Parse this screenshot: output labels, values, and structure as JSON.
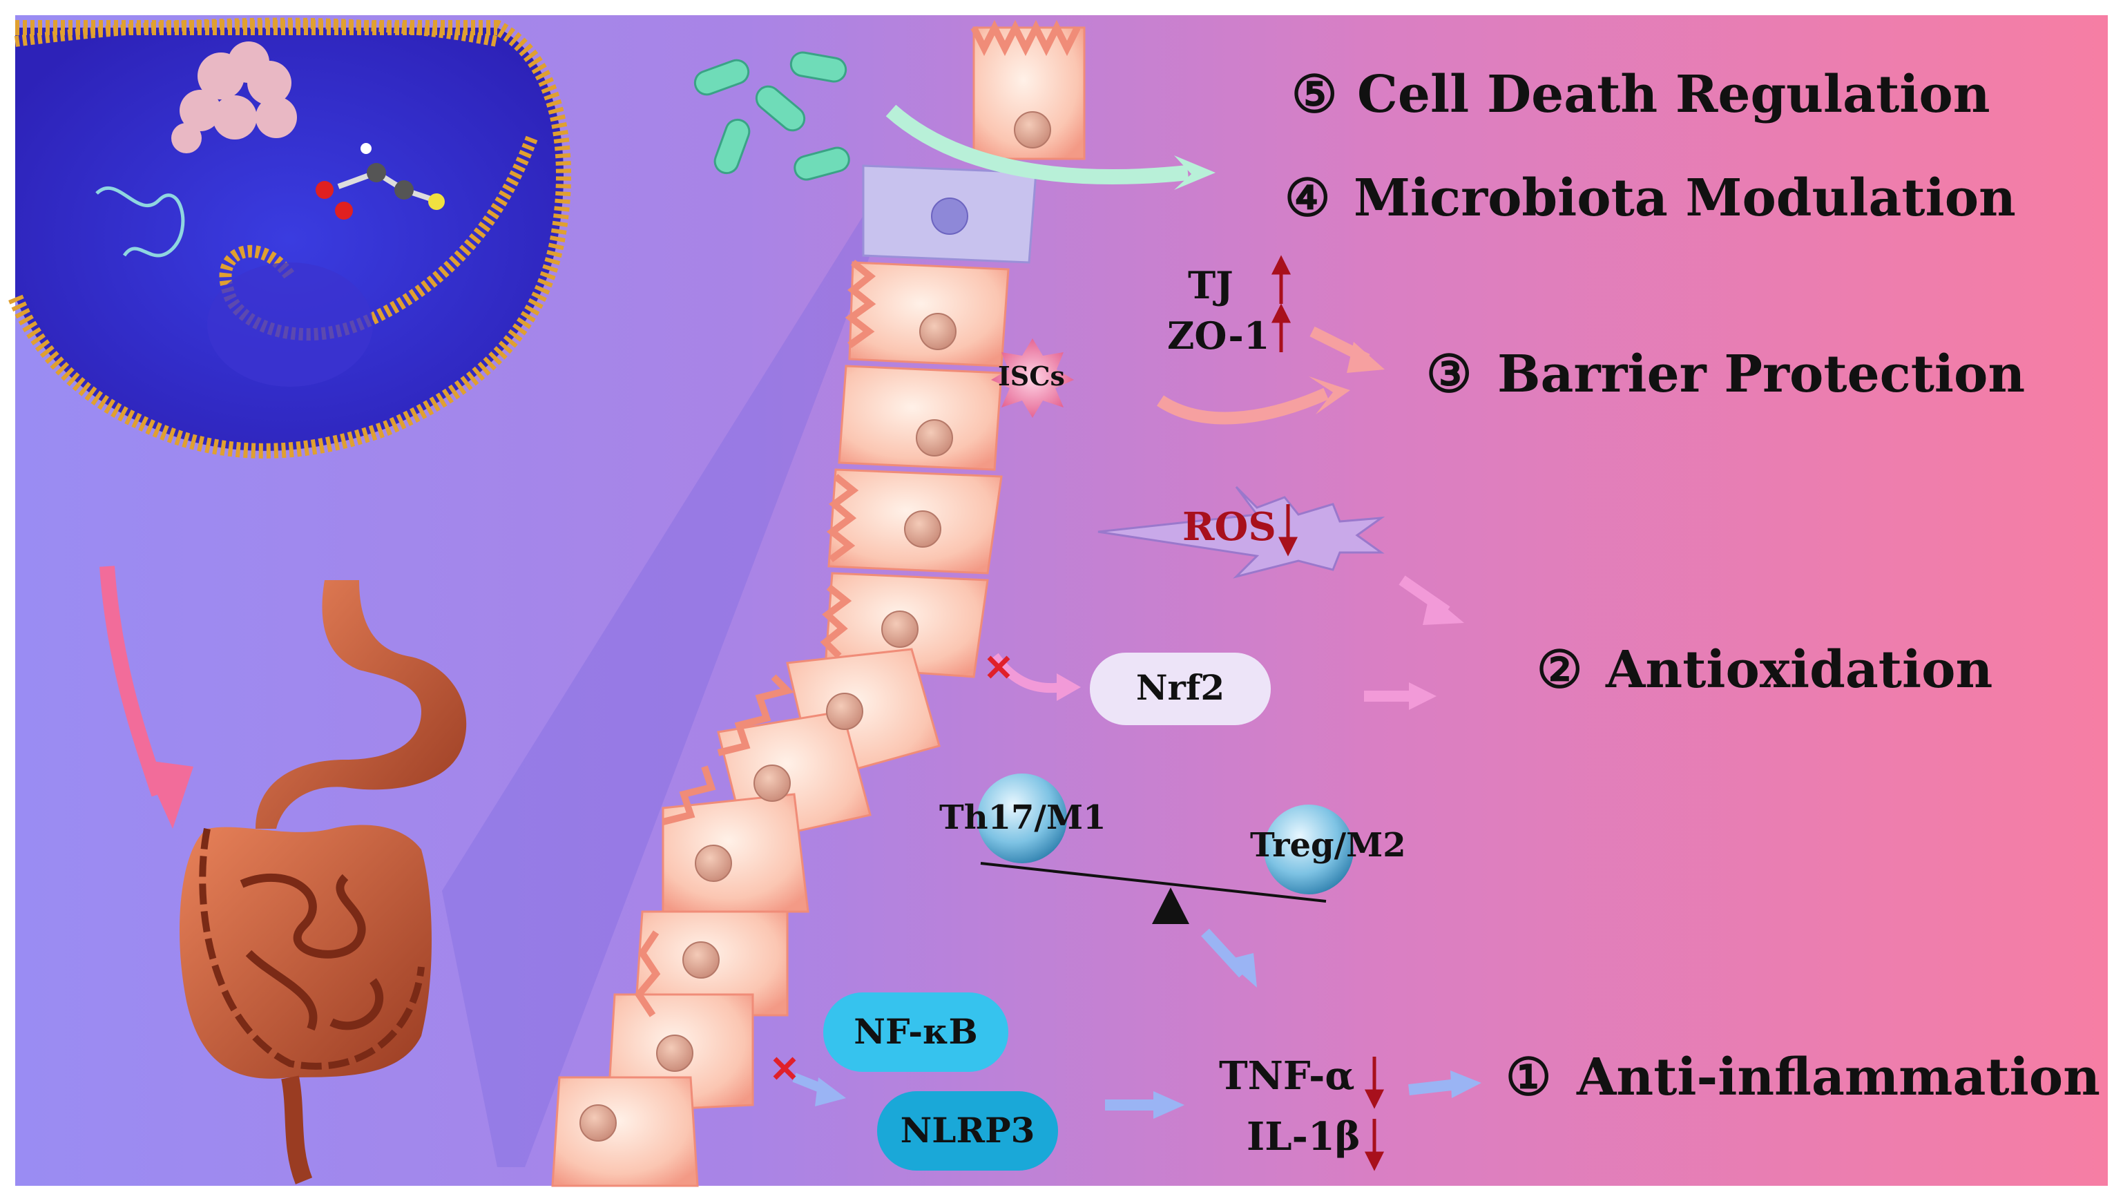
{
  "mechanisms": {
    "cell_death": {
      "number": "⑤",
      "label": "Cell Death Regulation"
    },
    "microbiota": {
      "number": "④",
      "label": "Microbiota Modulation"
    },
    "barrier": {
      "number": "③",
      "label": "Barrier Protection"
    },
    "antioxidation": {
      "number": "②",
      "label": "Antioxidation"
    },
    "anti_inflammation": {
      "number": "①",
      "label": "Anti-inflammation"
    }
  },
  "labels": {
    "tj": "TJ",
    "zo1": "ZO-1",
    "iscs": "ISCs",
    "ros": "ROS",
    "nrf2": "Nrf2",
    "th17_m1": "Th17/M1",
    "treg_m2": "Treg/M2",
    "nfkb": "NF-κB",
    "nlrp3": "NLRP3",
    "tnf_alpha": "TNF-α",
    "il1b": "IL-1β"
  },
  "colors": {
    "background_left": "#9b8cf2",
    "background_right": "#f47fa6",
    "up_down_arrow": "#a8101c",
    "inhibit_mark": "#e0202a",
    "pill_blue": "#36c3ee",
    "pill_lavender": "#ede4f8",
    "title_text": "#111111"
  },
  "icons": {
    "up_arrow": "up-arrow-icon",
    "down_arrow": "down-arrow-icon",
    "inhibit": "inhibit-x-icon"
  }
}
